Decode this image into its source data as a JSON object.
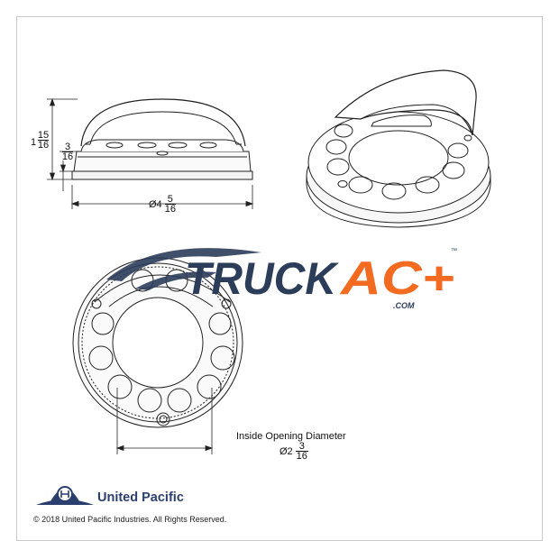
{
  "dimensions": {
    "height_whole": "1",
    "height_num": "15",
    "height_den": "16",
    "base_num": "3",
    "base_den": "16",
    "width_prefix": "Ø4",
    "width_num": "5",
    "width_den": "16",
    "inside_prefix": "Ø2",
    "inside_num": "3",
    "inside_den": "16"
  },
  "inside_label": "Inside Opening Diameter",
  "watermark": {
    "text_dark": "TRUCK",
    "text_orange": "AC+",
    "com": ".COM",
    "tm": "™",
    "dark_color": "#2c3d5a",
    "orange_color": "#f26b21"
  },
  "brand": {
    "company": "United Pacific",
    "copyright": "© 2018 United Pacific Industries. All Rights Reserved.",
    "logo_color": "#2b3f6e"
  }
}
